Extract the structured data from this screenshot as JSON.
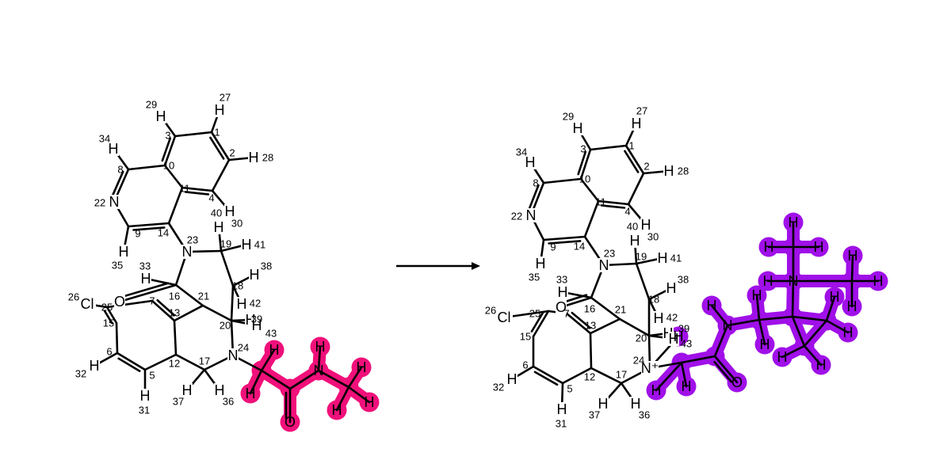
{
  "figure": {
    "left": {
      "highlight_color": "#f0107a",
      "atoms": [
        {
          "s": "H",
          "n": "27"
        },
        {
          "s": "",
          "n": "1"
        },
        {
          "s": "",
          "n": "2"
        },
        {
          "s": "H",
          "n": "28"
        },
        {
          "s": "",
          "n": "3"
        },
        {
          "s": "H",
          "n": "29"
        },
        {
          "s": "",
          "n": "10"
        },
        {
          "s": "",
          "n": "11"
        },
        {
          "s": "",
          "n": "4"
        },
        {
          "s": "H",
          "n": "30"
        },
        {
          "s": "H",
          "n": "34"
        },
        {
          "s": "",
          "n": "8"
        },
        {
          "s": "N",
          "n": "22"
        },
        {
          "s": "",
          "n": "9"
        },
        {
          "s": "H",
          "n": "35"
        },
        {
          "s": "",
          "n": "14"
        },
        {
          "s": "N",
          "n": "23"
        },
        {
          "s": "",
          "n": "19"
        },
        {
          "s": "H",
          "n": "40"
        },
        {
          "s": "H",
          "n": "41"
        },
        {
          "s": "",
          "n": "18"
        },
        {
          "s": "H",
          "n": "38"
        },
        {
          "s": "H",
          "n": "42"
        },
        {
          "s": "",
          "n": "21"
        },
        {
          "s": "",
          "n": "16"
        },
        {
          "s": "O",
          "n": ""
        },
        {
          "s": "H",
          "n": "33"
        },
        {
          "s": "",
          "n": "7"
        },
        {
          "s": "Cl",
          "n": "26"
        },
        {
          "s": "",
          "n": "25"
        },
        {
          "s": "",
          "n": "15"
        },
        {
          "s": "",
          "n": "13"
        },
        {
          "s": "",
          "n": "6"
        },
        {
          "s": "H",
          "n": "32"
        },
        {
          "s": "",
          "n": "5"
        },
        {
          "s": "H",
          "n": "31"
        },
        {
          "s": "",
          "n": "12"
        },
        {
          "s": "",
          "n": "17"
        },
        {
          "s": "H",
          "n": "37"
        },
        {
          "s": "H",
          "n": "36"
        },
        {
          "s": "N",
          "n": "24"
        },
        {
          "s": "",
          "n": "20"
        },
        {
          "s": "H",
          "n": "39"
        },
        {
          "s": "H",
          "n": "43"
        },
        {
          "s": "",
          "n": ""
        },
        {
          "s": "H",
          "n": ""
        },
        {
          "s": "H",
          "n": ""
        },
        {
          "s": "",
          "n": ""
        },
        {
          "s": "O",
          "n": ""
        },
        {
          "s": "N",
          "n": ""
        },
        {
          "s": "H",
          "n": ""
        },
        {
          "s": "",
          "n": ""
        },
        {
          "s": "H",
          "n": ""
        },
        {
          "s": "H",
          "n": ""
        },
        {
          "s": "H",
          "n": ""
        }
      ],
      "bonds": [
        [
          1,
          0,
          1
        ],
        [
          1,
          2,
          2
        ],
        [
          2,
          3,
          1
        ],
        [
          1,
          4,
          1
        ],
        [
          4,
          5,
          1
        ],
        [
          4,
          6,
          2
        ],
        [
          6,
          7,
          1
        ],
        [
          7,
          8,
          2
        ],
        [
          8,
          2,
          1
        ],
        [
          8,
          9,
          1
        ],
        [
          6,
          11,
          1
        ],
        [
          11,
          10,
          1
        ],
        [
          11,
          12,
          2
        ],
        [
          12,
          13,
          1
        ],
        [
          13,
          14,
          1
        ],
        [
          13,
          15,
          2
        ],
        [
          15,
          7,
          1
        ],
        [
          15,
          16,
          1
        ],
        [
          16,
          17,
          1
        ],
        [
          17,
          18,
          1
        ],
        [
          17,
          19,
          1
        ],
        [
          17,
          20,
          1
        ],
        [
          20,
          21,
          1
        ],
        [
          20,
          22,
          1
        ],
        [
          20,
          41,
          1
        ],
        [
          16,
          24,
          1
        ],
        [
          24,
          25,
          2
        ],
        [
          24,
          26,
          1
        ],
        [
          24,
          23,
          1
        ],
        [
          23,
          41,
          1
        ],
        [
          23,
          31,
          1
        ],
        [
          31,
          27,
          2
        ],
        [
          27,
          29,
          1
        ],
        [
          29,
          28,
          1
        ],
        [
          29,
          30,
          2
        ],
        [
          30,
          32,
          1
        ],
        [
          32,
          33,
          1
        ],
        [
          32,
          34,
          2
        ],
        [
          34,
          35,
          1
        ],
        [
          34,
          36,
          1
        ],
        [
          36,
          31,
          1
        ],
        [
          36,
          37,
          1
        ],
        [
          37,
          38,
          1
        ],
        [
          37,
          39,
          1
        ],
        [
          37,
          40,
          1
        ],
        [
          40,
          41,
          1
        ],
        [
          41,
          42,
          1
        ],
        [
          41,
          43,
          1
        ],
        [
          40,
          44,
          1
        ],
        [
          44,
          45,
          1
        ],
        [
          44,
          46,
          1
        ],
        [
          44,
          47,
          1
        ],
        [
          47,
          48,
          2
        ],
        [
          47,
          49,
          1
        ],
        [
          49,
          50,
          1
        ],
        [
          49,
          51,
          1
        ],
        [
          51,
          52,
          1
        ],
        [
          51,
          53,
          1
        ],
        [
          51,
          54,
          1
        ]
      ],
      "highlighted": [
        44,
        45,
        46,
        47,
        48,
        49,
        50,
        51,
        52,
        53,
        54
      ]
    },
    "right": {
      "highlight_color": "#a010e8",
      "atoms": [
        {
          "s": "H",
          "n": "27"
        },
        {
          "s": "",
          "n": "1"
        },
        {
          "s": "",
          "n": "2"
        },
        {
          "s": "H",
          "n": "28"
        },
        {
          "s": "",
          "n": "3"
        },
        {
          "s": "H",
          "n": "29"
        },
        {
          "s": "",
          "n": "10"
        },
        {
          "s": "",
          "n": "11"
        },
        {
          "s": "",
          "n": "4"
        },
        {
          "s": "H",
          "n": "30"
        },
        {
          "s": "H",
          "n": "34"
        },
        {
          "s": "",
          "n": "8"
        },
        {
          "s": "N",
          "n": "22"
        },
        {
          "s": "",
          "n": "9"
        },
        {
          "s": "H",
          "n": "35"
        },
        {
          "s": "",
          "n": "14"
        },
        {
          "s": "N",
          "n": "23"
        },
        {
          "s": "",
          "n": "19"
        },
        {
          "s": "H",
          "n": "40"
        },
        {
          "s": "H",
          "n": "41"
        },
        {
          "s": "",
          "n": "18"
        },
        {
          "s": "H",
          "n": "38"
        },
        {
          "s": "H",
          "n": "42"
        },
        {
          "s": "",
          "n": "21"
        },
        {
          "s": "",
          "n": "16"
        },
        {
          "s": "O",
          "n": ""
        },
        {
          "s": "H",
          "n": "33"
        },
        {
          "s": "",
          "n": "7"
        },
        {
          "s": "Cl",
          "n": "26"
        },
        {
          "s": "",
          "n": "25"
        },
        {
          "s": "",
          "n": "15"
        },
        {
          "s": "",
          "n": "13"
        },
        {
          "s": "",
          "n": "6"
        },
        {
          "s": "H",
          "n": "32"
        },
        {
          "s": "",
          "n": "5"
        },
        {
          "s": "H",
          "n": "31"
        },
        {
          "s": "",
          "n": "12"
        },
        {
          "s": "",
          "n": "17"
        },
        {
          "s": "H",
          "n": "37"
        },
        {
          "s": "H",
          "n": "36"
        },
        {
          "s": "N⁺",
          "n": "24"
        },
        {
          "s": "",
          "n": "20"
        },
        {
          "s": "H",
          "n": "39"
        },
        {
          "s": "H",
          "n": "43"
        },
        {
          "s": "H",
          "n": ""
        },
        {
          "s": "",
          "n": ""
        },
        {
          "s": "H",
          "n": ""
        },
        {
          "s": "H",
          "n": ""
        },
        {
          "s": "",
          "n": ""
        },
        {
          "s": "O",
          "n": ""
        },
        {
          "s": "N",
          "n": ""
        },
        {
          "s": "H",
          "n": ""
        },
        {
          "s": "",
          "n": ""
        },
        {
          "s": "H",
          "n": ""
        },
        {
          "s": "H",
          "n": ""
        },
        {
          "s": "",
          "n": ""
        },
        {
          "s": "",
          "n": ""
        },
        {
          "s": "H",
          "n": ""
        },
        {
          "s": "H",
          "n": ""
        },
        {
          "s": "",
          "n": ""
        },
        {
          "s": "H",
          "n": ""
        },
        {
          "s": "H",
          "n": ""
        },
        {
          "s": "N",
          "n": ""
        },
        {
          "s": "H",
          "n": ""
        },
        {
          "s": "",
          "n": ""
        },
        {
          "s": "H",
          "n": ""
        },
        {
          "s": "H",
          "n": ""
        },
        {
          "s": "H",
          "n": ""
        },
        {
          "s": "",
          "n": ""
        },
        {
          "s": "H",
          "n": ""
        },
        {
          "s": "H",
          "n": ""
        },
        {
          "s": "H",
          "n": ""
        }
      ],
      "bonds": [
        [
          1,
          0,
          1
        ],
        [
          1,
          2,
          2
        ],
        [
          2,
          3,
          1
        ],
        [
          1,
          4,
          1
        ],
        [
          4,
          5,
          1
        ],
        [
          4,
          6,
          2
        ],
        [
          6,
          7,
          1
        ],
        [
          7,
          8,
          2
        ],
        [
          8,
          2,
          1
        ],
        [
          8,
          9,
          1
        ],
        [
          6,
          11,
          1
        ],
        [
          11,
          10,
          1
        ],
        [
          11,
          12,
          2
        ],
        [
          12,
          13,
          1
        ],
        [
          13,
          14,
          1
        ],
        [
          13,
          15,
          2
        ],
        [
          15,
          7,
          1
        ],
        [
          15,
          16,
          1
        ],
        [
          16,
          17,
          1
        ],
        [
          17,
          18,
          1
        ],
        [
          17,
          19,
          1
        ],
        [
          17,
          20,
          1
        ],
        [
          20,
          21,
          1
        ],
        [
          20,
          22,
          1
        ],
        [
          20,
          41,
          1
        ],
        [
          16,
          24,
          1
        ],
        [
          24,
          25,
          2
        ],
        [
          24,
          26,
          1
        ],
        [
          24,
          23,
          1
        ],
        [
          23,
          41,
          1
        ],
        [
          23,
          31,
          1
        ],
        [
          31,
          27,
          2
        ],
        [
          27,
          29,
          1
        ],
        [
          29,
          28,
          1
        ],
        [
          29,
          30,
          2
        ],
        [
          30,
          32,
          1
        ],
        [
          32,
          33,
          1
        ],
        [
          32,
          34,
          2
        ],
        [
          34,
          35,
          1
        ],
        [
          34,
          36,
          1
        ],
        [
          36,
          31,
          1
        ],
        [
          36,
          37,
          1
        ],
        [
          37,
          38,
          1
        ],
        [
          37,
          39,
          1
        ],
        [
          37,
          40,
          1
        ],
        [
          40,
          41,
          1
        ],
        [
          41,
          42,
          1
        ],
        [
          41,
          43,
          1
        ],
        [
          40,
          44,
          1
        ],
        [
          40,
          45,
          1
        ],
        [
          45,
          46,
          1
        ],
        [
          45,
          47,
          1
        ],
        [
          45,
          48,
          1
        ],
        [
          48,
          49,
          2
        ],
        [
          48,
          50,
          1
        ],
        [
          50,
          51,
          1
        ],
        [
          50,
          52,
          1
        ],
        [
          52,
          53,
          1
        ],
        [
          52,
          54,
          1
        ],
        [
          52,
          55,
          1
        ],
        [
          55,
          56,
          1
        ],
        [
          55,
          62,
          1
        ],
        [
          56,
          57,
          1
        ],
        [
          56,
          58,
          1
        ],
        [
          56,
          59,
          1
        ],
        [
          59,
          60,
          1
        ],
        [
          59,
          61,
          1
        ],
        [
          59,
          55,
          1
        ],
        [
          62,
          63,
          1
        ],
        [
          62,
          64,
          1
        ],
        [
          62,
          68,
          1
        ],
        [
          64,
          65,
          1
        ],
        [
          64,
          66,
          1
        ],
        [
          64,
          67,
          1
        ],
        [
          68,
          69,
          1
        ],
        [
          68,
          70,
          1
        ],
        [
          68,
          71,
          1
        ]
      ],
      "highlighted": [
        44,
        45,
        46,
        47,
        48,
        49,
        50,
        51,
        52,
        53,
        54,
        55,
        56,
        57,
        58,
        59,
        60,
        61,
        62,
        63,
        64,
        65,
        66,
        67,
        68,
        69,
        70,
        71
      ]
    },
    "arrow": {
      "kind": "reaction-arrow"
    }
  }
}
